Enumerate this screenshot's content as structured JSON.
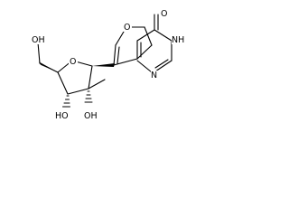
{
  "molecule": {
    "atoms": {
      "furan_o": "O",
      "carbonyl_o": "O",
      "nh": "NH",
      "ring_n": "N",
      "ribose_o": "O",
      "oh_top": "OH",
      "oh_bottom_left": "HO",
      "oh_bottom_right": "OH"
    }
  }
}
